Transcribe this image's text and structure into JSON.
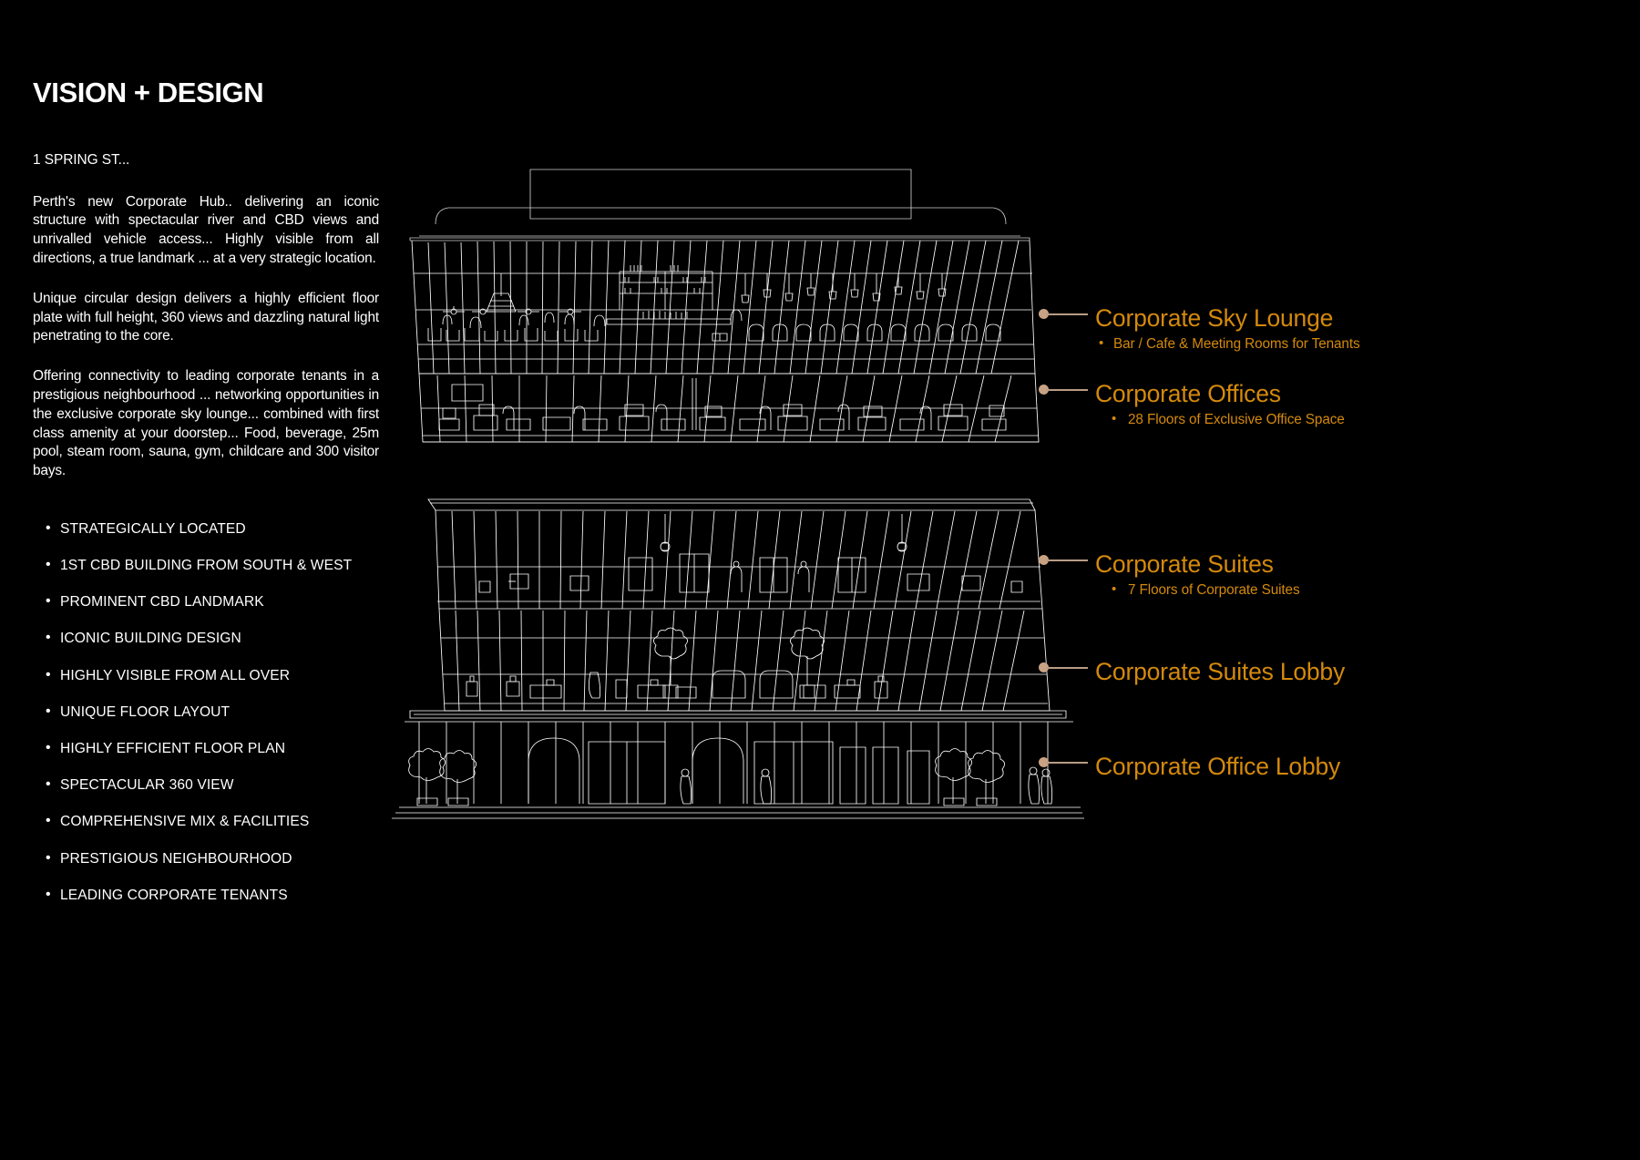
{
  "slide": {
    "title": "VISION + DESIGN",
    "address": "1 SPRING ST...",
    "background_color": "#000000",
    "text_color": "#ffffff",
    "accent_color": "#d4890c",
    "leader_color": "#c9a283"
  },
  "paragraphs": [
    "Perth's new Corporate Hub.. delivering an iconic structure with spectacular river and CBD views and unrivalled vehicle access... Highly visible from all directions, a true landmark ... at a very strategic location.",
    "Unique circular design delivers a highly efficient floor plate with full height, 360 views and dazzling natural light penetrating to the core.",
    "Offering connectivity to leading corporate tenants in a prestigious neighbourhood ... networking opportunities in the exclusive corporate sky lounge... combined with first class amenity at your doorstep... Food, beverage, 25m pool, steam room, sauna, gym, childcare and 300 visitor bays."
  ],
  "features": [
    "STRATEGICALLY LOCATED",
    "1ST CBD BUILDING FROM SOUTH & WEST",
    "PROMINENT CBD LANDMARK",
    "ICONIC BUILDING DESIGN",
    "HIGHLY VISIBLE FROM ALL OVER",
    "UNIQUE FLOOR LAYOUT",
    "HIGHLY EFFICIENT FLOOR PLAN",
    "SPECTACULAR 360 VIEW",
    "COMPREHENSIVE MIX & FACILITIES",
    "PRESTIGIOUS  NEIGHBOURHOOD",
    "LEADING CORPORATE TENANTS"
  ],
  "callouts": [
    {
      "title": "Corporate Sky Lounge",
      "subtitle": "Bar / Cafe & Meeting Rooms for Tenants"
    },
    {
      "title": "Corporate Offices",
      "subtitle": "28 Floors  of Exclusive Office Space"
    },
    {
      "title": "Corporate Suites",
      "subtitle": "7 Floors  of Corporate Suites"
    },
    {
      "title": "Corporate Suites Lobby",
      "subtitle": ""
    },
    {
      "title": "Corporate Office Lobby",
      "subtitle": ""
    }
  ]
}
